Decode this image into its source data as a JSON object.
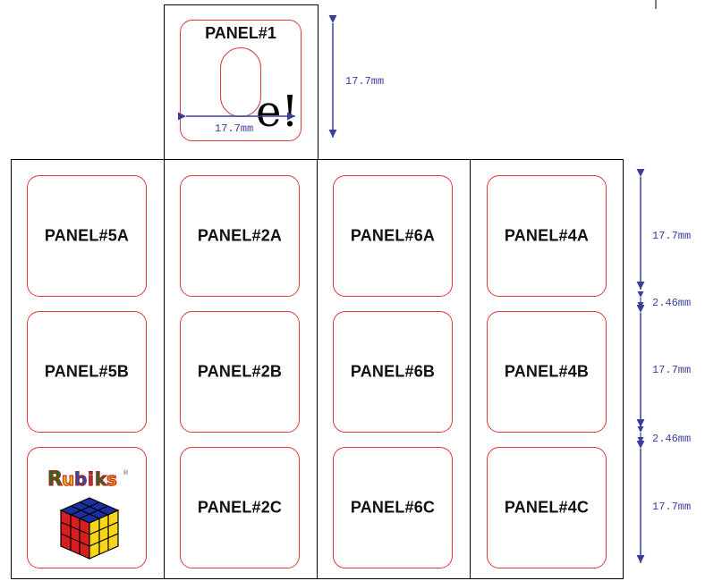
{
  "top_panel": {
    "label": "PANEL#1",
    "width_dim": "17.7mm",
    "height_dim": "17.7mm",
    "overlay_text": "e!"
  },
  "rows_dims": [
    "17.7mm",
    "2.46mm",
    "17.7mm",
    "2.46mm",
    "17.7mm"
  ],
  "columns": [
    {
      "panels": [
        "PANEL#5A",
        "PANEL#5B",
        ""
      ]
    },
    {
      "panels": [
        "PANEL#2A",
        "PANEL#2B",
        "PANEL#2C"
      ]
    },
    {
      "panels": [
        "PANEL#6A",
        "PANEL#6B",
        "PANEL#6C"
      ]
    },
    {
      "panels": [
        "PANEL#4A",
        "PANEL#4B",
        "PANEL#4C"
      ]
    }
  ],
  "logo": {
    "text": "Rubiks",
    "trademark": "®"
  },
  "colors": {
    "panel_border": "#e0383e",
    "dimension": "#3b3f9a",
    "column_border": "#000000"
  }
}
